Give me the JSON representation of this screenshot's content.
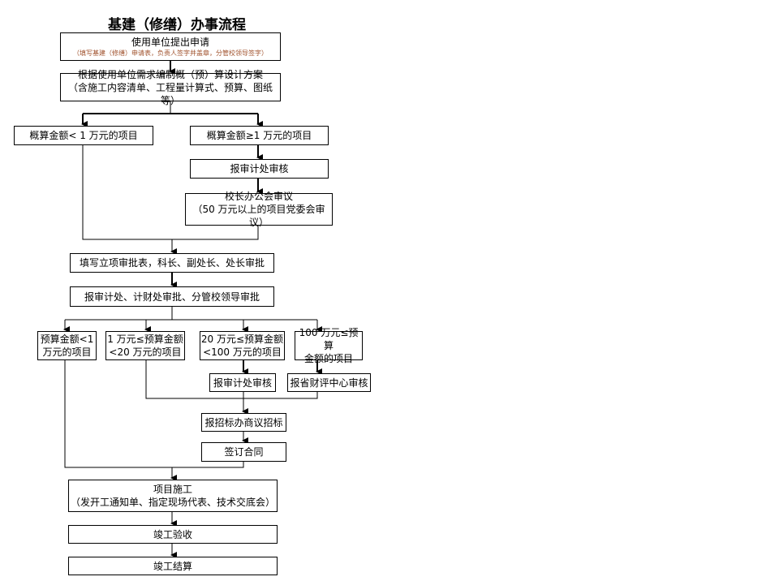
{
  "title": "基建（修缮）办事流程",
  "steps": {
    "apply": {
      "l1": "使用单位提出申请",
      "l2": "（填写基建（修缮）申请表，负责人签字并盖章，分管校领导签字）"
    },
    "plan": {
      "l1": "根据使用单位需求编制概（预）算设计方案",
      "l2": "（含施工内容清单、工程量计算式、预算、图纸等）"
    },
    "est_lt1": "概算金额< 1 万元的项目",
    "est_ge1": "概算金额≥1 万元的项目",
    "audit1": "报审计处审核",
    "president": {
      "l1": "校长办公会审议",
      "l2": "（50 万元以上的项目党委会审议）"
    },
    "fill_form": "填写立项审批表，科长、副处长、处长审批",
    "submit": "报审计处、计财处审批、分管校领导审批",
    "b1": {
      "l1": "预算金额<1",
      "l2": "万元的项目"
    },
    "b2": {
      "l1": "1 万元≤预算金额",
      "l2": "<20 万元的项目"
    },
    "b3": {
      "l1": "20 万元≤预算金额",
      "l2": "<100 万元的项目"
    },
    "b4": {
      "l1": "100 万元≤预算",
      "l2": "金额的项目"
    },
    "audit2": "报审计处审核",
    "prov": "报省财评中心审核",
    "bid": "报招标办商议招标",
    "contract": "签订合同",
    "construct": {
      "l1": "项目施工",
      "l2": "（发开工通知单、指定现场代表、技术交底会）"
    },
    "accept": "竣工验收",
    "settle": "竣工结算"
  }
}
